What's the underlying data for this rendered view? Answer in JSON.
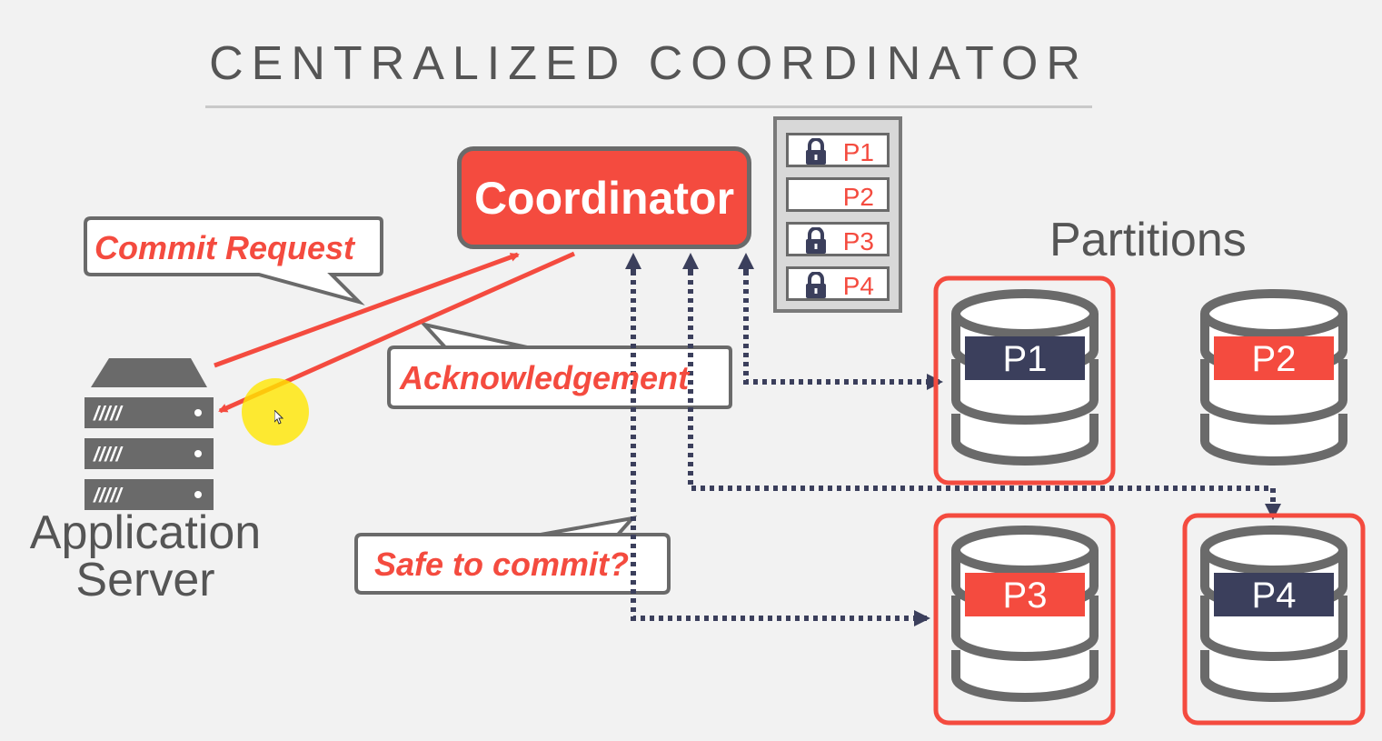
{
  "slide": {
    "title": "CENTRALIZED COORDINATOR",
    "coordinator_label": "Coordinator",
    "partitions_heading": "Partitions",
    "app_server_label_line1": "Application",
    "app_server_label_line2": "Server"
  },
  "lock_table": [
    {
      "label": "P1",
      "locked": true
    },
    {
      "label": "P2",
      "locked": false
    },
    {
      "label": "P3",
      "locked": true
    },
    {
      "label": "P4",
      "locked": true
    }
  ],
  "callouts": {
    "commit_request": "Commit Request",
    "acknowledgement": "Acknowledgement",
    "safe_to_commit": "Safe to commit?"
  },
  "partitions": [
    {
      "label": "P1",
      "selected": true,
      "band_color": "#3b3f5c"
    },
    {
      "label": "P2",
      "selected": false,
      "band_color": "#f44b3f"
    },
    {
      "label": "P3",
      "selected": true,
      "band_color": "#f44b3f"
    },
    {
      "label": "P4",
      "selected": true,
      "band_color": "#3b3f5c"
    }
  ],
  "colors": {
    "accent_red": "#f44b3f",
    "navy": "#3b3f5c",
    "gray": "#6a6a6a",
    "background": "#f2f2f2"
  },
  "icons": {
    "lock": "lock-icon",
    "server": "server-icon",
    "database": "database-icon",
    "cursor": "cursor-icon"
  }
}
